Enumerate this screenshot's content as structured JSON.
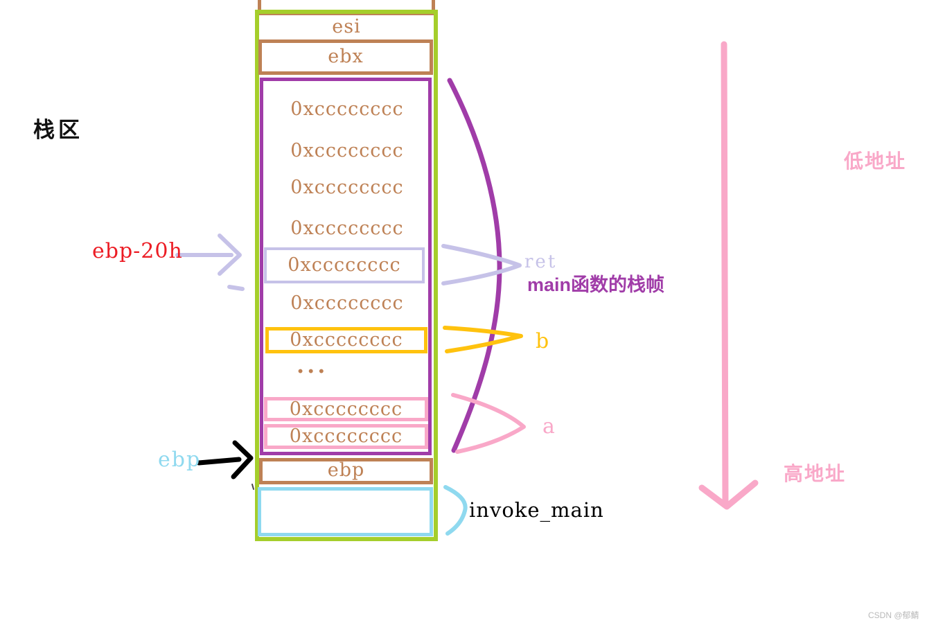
{
  "diagram": {
    "region_label": "栈区",
    "watermark": "CSDN @郁鲭"
  },
  "stack": {
    "esi_label": "esi",
    "ebx_label": "ebx",
    "ebp_slot_label": "ebp",
    "rows": [
      {
        "value": "0xcccccccc",
        "highlight": "none"
      },
      {
        "value": "0xcccccccc",
        "highlight": "none"
      },
      {
        "value": "0xcccccccc",
        "highlight": "none"
      },
      {
        "value": "0xcccccccc",
        "highlight": "none"
      },
      {
        "value": "0xcccccccc",
        "highlight": "lavender",
        "annotation": "ret"
      },
      {
        "value": "0xcccccccc",
        "highlight": "none"
      },
      {
        "value": "0xcccccccc",
        "highlight": "orange",
        "annotation": "b"
      },
      {
        "value": "...",
        "highlight": "none"
      },
      {
        "value": "0xcccccccc",
        "highlight": "pink",
        "annotation": "a"
      },
      {
        "value": "0xcccccccc",
        "highlight": "pink",
        "annotation": "a"
      }
    ]
  },
  "labels": {
    "ebp_offset": "ebp-20h",
    "ebp_register": "ebp",
    "ret": "ret",
    "main_frame": "main函数的栈帧",
    "var_b": "b",
    "var_a": "a",
    "invoke_main": "invoke_main",
    "low_address": "低地址",
    "high_address": "高地址"
  },
  "colors": {
    "green": "#A5CE2B",
    "brown": "#BE8155",
    "purple": "#A03CA8",
    "lavender": "#C6C2E8",
    "red": "#EC1C24",
    "orange": "#FFC20E",
    "pink": "#F9A8C8",
    "cyan": "#8FD9EF",
    "text-dark": "#111111",
    "watermark-gray": "#B9B9B9"
  }
}
